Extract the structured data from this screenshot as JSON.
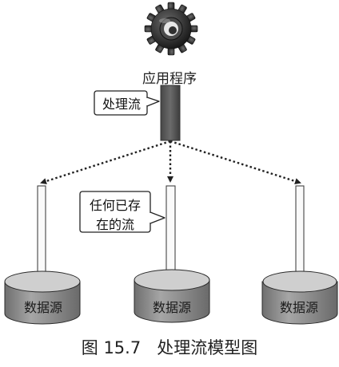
{
  "diagram": {
    "application": {
      "label": "应用程序",
      "icon": "gear-icon"
    },
    "processing_stream": {
      "label": "处理流"
    },
    "existing_stream": {
      "line1": "任何已存",
      "line2": "在的流"
    },
    "data_sources": [
      {
        "label": "数据源"
      },
      {
        "label": "数据源"
      },
      {
        "label": "数据源"
      }
    ],
    "caption": "图 15.7   处理流模型图",
    "colors": {
      "stream_box": "#5a5a5a",
      "cylinder_top": "#c9c9c9",
      "cylinder_body": "#8a8a8a",
      "arrow": "#222222"
    }
  }
}
